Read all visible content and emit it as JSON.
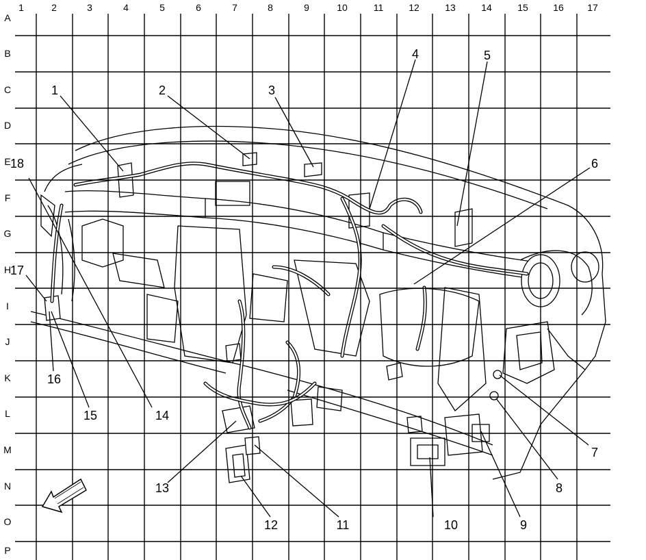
{
  "grid": {
    "columns": [
      "1",
      "2",
      "3",
      "4",
      "5",
      "6",
      "7",
      "8",
      "9",
      "10",
      "11",
      "12",
      "13",
      "14",
      "15",
      "16",
      "17"
    ],
    "rows": [
      "A",
      "B",
      "C",
      "D",
      "E",
      "F",
      "G",
      "H",
      "I",
      "J",
      "K",
      "L",
      "M",
      "N",
      "O",
      "P"
    ]
  },
  "callouts": [
    "1",
    "2",
    "3",
    "4",
    "5",
    "6",
    "7",
    "8",
    "9",
    "10",
    "11",
    "12",
    "13",
    "14",
    "15",
    "16",
    "17",
    "18"
  ],
  "icons": {
    "direction_arrow": "front-direction-arrow-icon"
  }
}
